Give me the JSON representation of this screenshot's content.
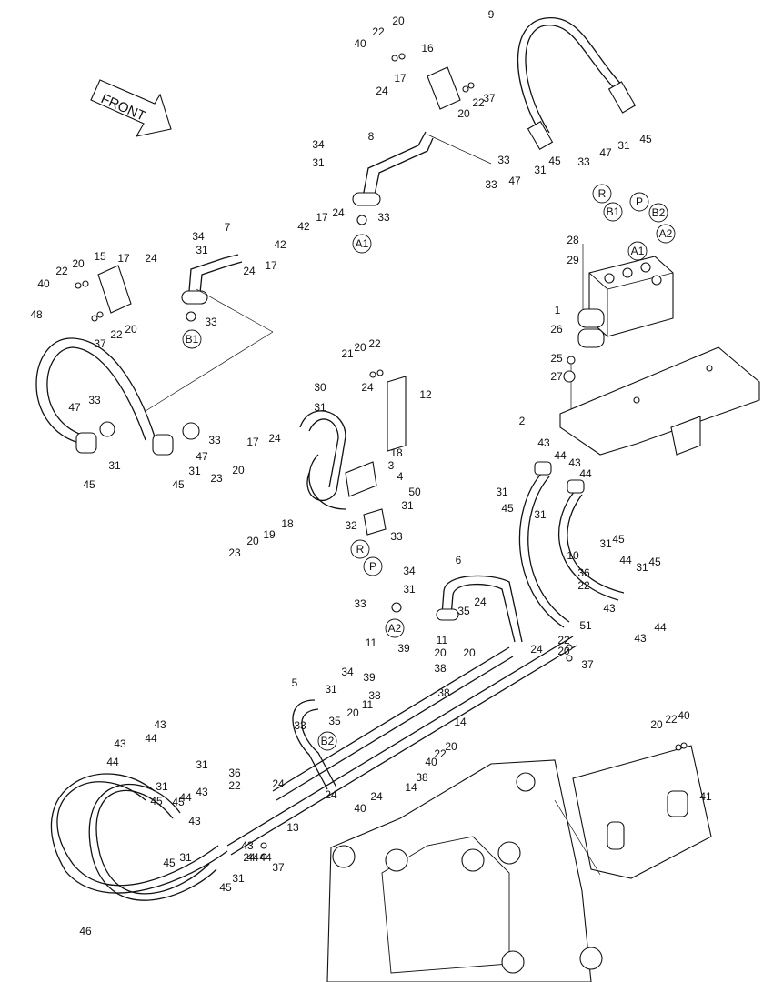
{
  "diagram": {
    "front_label": "FRONT",
    "callouts": [
      {
        "id": "c1",
        "text": "1"
      },
      {
        "id": "c2",
        "text": "2"
      },
      {
        "id": "c3",
        "text": "3"
      },
      {
        "id": "c4",
        "text": "4"
      },
      {
        "id": "c5",
        "text": "5"
      },
      {
        "id": "c6",
        "text": "6"
      },
      {
        "id": "c7",
        "text": "7"
      },
      {
        "id": "c8",
        "text": "8"
      },
      {
        "id": "c9",
        "text": "9"
      },
      {
        "id": "c10",
        "text": "10"
      },
      {
        "id": "c11a",
        "text": "11"
      },
      {
        "id": "c11b",
        "text": "11"
      },
      {
        "id": "c11c",
        "text": "11"
      },
      {
        "id": "c12",
        "text": "12"
      },
      {
        "id": "c13",
        "text": "13"
      },
      {
        "id": "c14a",
        "text": "14"
      },
      {
        "id": "c14b",
        "text": "14"
      },
      {
        "id": "c15",
        "text": "15"
      },
      {
        "id": "c16",
        "text": "16"
      },
      {
        "id": "c17a",
        "text": "17"
      },
      {
        "id": "c17b",
        "text": "17"
      },
      {
        "id": "c17c",
        "text": "17"
      },
      {
        "id": "c17d",
        "text": "17"
      },
      {
        "id": "c17e",
        "text": "17"
      },
      {
        "id": "c18a",
        "text": "18"
      },
      {
        "id": "c18b",
        "text": "18"
      },
      {
        "id": "c19",
        "text": "19"
      },
      {
        "id": "c20a",
        "text": "20"
      },
      {
        "id": "c20b",
        "text": "20"
      },
      {
        "id": "c20c",
        "text": "20"
      },
      {
        "id": "c20d",
        "text": "20"
      },
      {
        "id": "c20e",
        "text": "20"
      },
      {
        "id": "c20f",
        "text": "20"
      },
      {
        "id": "c20g",
        "text": "20"
      },
      {
        "id": "c20h",
        "text": "20"
      },
      {
        "id": "c20i",
        "text": "20"
      },
      {
        "id": "c20j",
        "text": "20"
      },
      {
        "id": "c20k",
        "text": "20"
      },
      {
        "id": "c20l",
        "text": "20"
      },
      {
        "id": "c20m",
        "text": "20"
      },
      {
        "id": "c21",
        "text": "21"
      },
      {
        "id": "c22a",
        "text": "22"
      },
      {
        "id": "c22b",
        "text": "22"
      },
      {
        "id": "c22c",
        "text": "22"
      },
      {
        "id": "c22d",
        "text": "22"
      },
      {
        "id": "c22e",
        "text": "22"
      },
      {
        "id": "c22f",
        "text": "22"
      },
      {
        "id": "c22g",
        "text": "22"
      },
      {
        "id": "c22h",
        "text": "22"
      },
      {
        "id": "c22i",
        "text": "22"
      },
      {
        "id": "c22j",
        "text": "22"
      },
      {
        "id": "c23a",
        "text": "23"
      },
      {
        "id": "c23b",
        "text": "23"
      },
      {
        "id": "c24a",
        "text": "24"
      },
      {
        "id": "c24b",
        "text": "24"
      },
      {
        "id": "c24c",
        "text": "24"
      },
      {
        "id": "c24d",
        "text": "24"
      },
      {
        "id": "c24e",
        "text": "24"
      },
      {
        "id": "c24f",
        "text": "24"
      },
      {
        "id": "c24g",
        "text": "24"
      },
      {
        "id": "c24h",
        "text": "24"
      },
      {
        "id": "c24i",
        "text": "24"
      },
      {
        "id": "c24j",
        "text": "24"
      },
      {
        "id": "c24k",
        "text": "24"
      },
      {
        "id": "c24l",
        "text": "24"
      },
      {
        "id": "c25",
        "text": "25"
      },
      {
        "id": "c26",
        "text": "26"
      },
      {
        "id": "c27",
        "text": "27"
      },
      {
        "id": "c28",
        "text": "28"
      },
      {
        "id": "c29",
        "text": "29"
      },
      {
        "id": "c30",
        "text": "30"
      },
      {
        "id": "c31a",
        "text": "31"
      },
      {
        "id": "c31b",
        "text": "31"
      },
      {
        "id": "c31c",
        "text": "31"
      },
      {
        "id": "c31d",
        "text": "31"
      },
      {
        "id": "c31e",
        "text": "31"
      },
      {
        "id": "c31f",
        "text": "31"
      },
      {
        "id": "c31g",
        "text": "31"
      },
      {
        "id": "c31h",
        "text": "31"
      },
      {
        "id": "c31i",
        "text": "31"
      },
      {
        "id": "c31j",
        "text": "31"
      },
      {
        "id": "c31k",
        "text": "31"
      },
      {
        "id": "c31l",
        "text": "31"
      },
      {
        "id": "c31m",
        "text": "31"
      },
      {
        "id": "c31n",
        "text": "31"
      },
      {
        "id": "c31o",
        "text": "31"
      },
      {
        "id": "c31p",
        "text": "31"
      },
      {
        "id": "c31q",
        "text": "31"
      },
      {
        "id": "c31r",
        "text": "31"
      },
      {
        "id": "c32",
        "text": "32"
      },
      {
        "id": "c33a",
        "text": "33"
      },
      {
        "id": "c33b",
        "text": "33"
      },
      {
        "id": "c33c",
        "text": "33"
      },
      {
        "id": "c33d",
        "text": "33"
      },
      {
        "id": "c33e",
        "text": "33"
      },
      {
        "id": "c33f",
        "text": "33"
      },
      {
        "id": "c33g",
        "text": "33"
      },
      {
        "id": "c33h",
        "text": "33"
      },
      {
        "id": "c33i",
        "text": "33"
      },
      {
        "id": "c33j",
        "text": "33"
      },
      {
        "id": "c34a",
        "text": "34"
      },
      {
        "id": "c34b",
        "text": "34"
      },
      {
        "id": "c34c",
        "text": "34"
      },
      {
        "id": "c34d",
        "text": "34"
      },
      {
        "id": "c35a",
        "text": "35"
      },
      {
        "id": "c35b",
        "text": "35"
      },
      {
        "id": "c36a",
        "text": "36"
      },
      {
        "id": "c36b",
        "text": "36"
      },
      {
        "id": "c37a",
        "text": "37"
      },
      {
        "id": "c37b",
        "text": "37"
      },
      {
        "id": "c37c",
        "text": "37"
      },
      {
        "id": "c37d",
        "text": "37"
      },
      {
        "id": "c38a",
        "text": "38"
      },
      {
        "id": "c38b",
        "text": "38"
      },
      {
        "id": "c38c",
        "text": "38"
      },
      {
        "id": "c38d",
        "text": "38"
      },
      {
        "id": "c39a",
        "text": "39"
      },
      {
        "id": "c39b",
        "text": "39"
      },
      {
        "id": "c40a",
        "text": "40"
      },
      {
        "id": "c40b",
        "text": "40"
      },
      {
        "id": "c40c",
        "text": "40"
      },
      {
        "id": "c40d",
        "text": "40"
      },
      {
        "id": "c40e",
        "text": "40"
      },
      {
        "id": "c41",
        "text": "41"
      },
      {
        "id": "c42a",
        "text": "42"
      },
      {
        "id": "c42b",
        "text": "42"
      },
      {
        "id": "c43a",
        "text": "43"
      },
      {
        "id": "c43b",
        "text": "43"
      },
      {
        "id": "c43c",
        "text": "43"
      },
      {
        "id": "c43d",
        "text": "43"
      },
      {
        "id": "c43e",
        "text": "43"
      },
      {
        "id": "c43f",
        "text": "43"
      },
      {
        "id": "c43g",
        "text": "43"
      },
      {
        "id": "c43h",
        "text": "43"
      },
      {
        "id": "c43i",
        "text": "43"
      },
      {
        "id": "c44a",
        "text": "44"
      },
      {
        "id": "c44b",
        "text": "44"
      },
      {
        "id": "c44c",
        "text": "44"
      },
      {
        "id": "c44d",
        "text": "44"
      },
      {
        "id": "c44e",
        "text": "44"
      },
      {
        "id": "c44f",
        "text": "44"
      },
      {
        "id": "c44g",
        "text": "44"
      },
      {
        "id": "c44h",
        "text": "44"
      },
      {
        "id": "c44i",
        "text": "44"
      },
      {
        "id": "c45a",
        "text": "45"
      },
      {
        "id": "c45b",
        "text": "45"
      },
      {
        "id": "c45c",
        "text": "45"
      },
      {
        "id": "c45d",
        "text": "45"
      },
      {
        "id": "c45e",
        "text": "45"
      },
      {
        "id": "c45f",
        "text": "45"
      },
      {
        "id": "c45g",
        "text": "45"
      },
      {
        "id": "c45h",
        "text": "45"
      },
      {
        "id": "c45i",
        "text": "45"
      },
      {
        "id": "c45j",
        "text": "45"
      },
      {
        "id": "c45k",
        "text": "45"
      },
      {
        "id": "c46",
        "text": "46"
      },
      {
        "id": "c47a",
        "text": "47"
      },
      {
        "id": "c47b",
        "text": "47"
      },
      {
        "id": "c47c",
        "text": "47"
      },
      {
        "id": "c47d",
        "text": "47"
      },
      {
        "id": "c48",
        "text": "48"
      },
      {
        "id": "c50",
        "text": "50"
      },
      {
        "id": "c51",
        "text": "51"
      }
    ],
    "port_labels": [
      {
        "id": "pA1a",
        "text": "A1"
      },
      {
        "id": "pA1b",
        "text": "A1"
      },
      {
        "id": "pB1a",
        "text": "B1"
      },
      {
        "id": "pB1b",
        "text": "B1"
      },
      {
        "id": "pR1",
        "text": "R"
      },
      {
        "id": "pR2",
        "text": "R"
      },
      {
        "id": "pP1",
        "text": "P"
      },
      {
        "id": "pP2",
        "text": "P"
      },
      {
        "id": "pA2a",
        "text": "A2"
      },
      {
        "id": "pA2b",
        "text": "A2"
      },
      {
        "id": "pB2a",
        "text": "B2"
      },
      {
        "id": "pB2b",
        "text": "B2"
      }
    ]
  }
}
